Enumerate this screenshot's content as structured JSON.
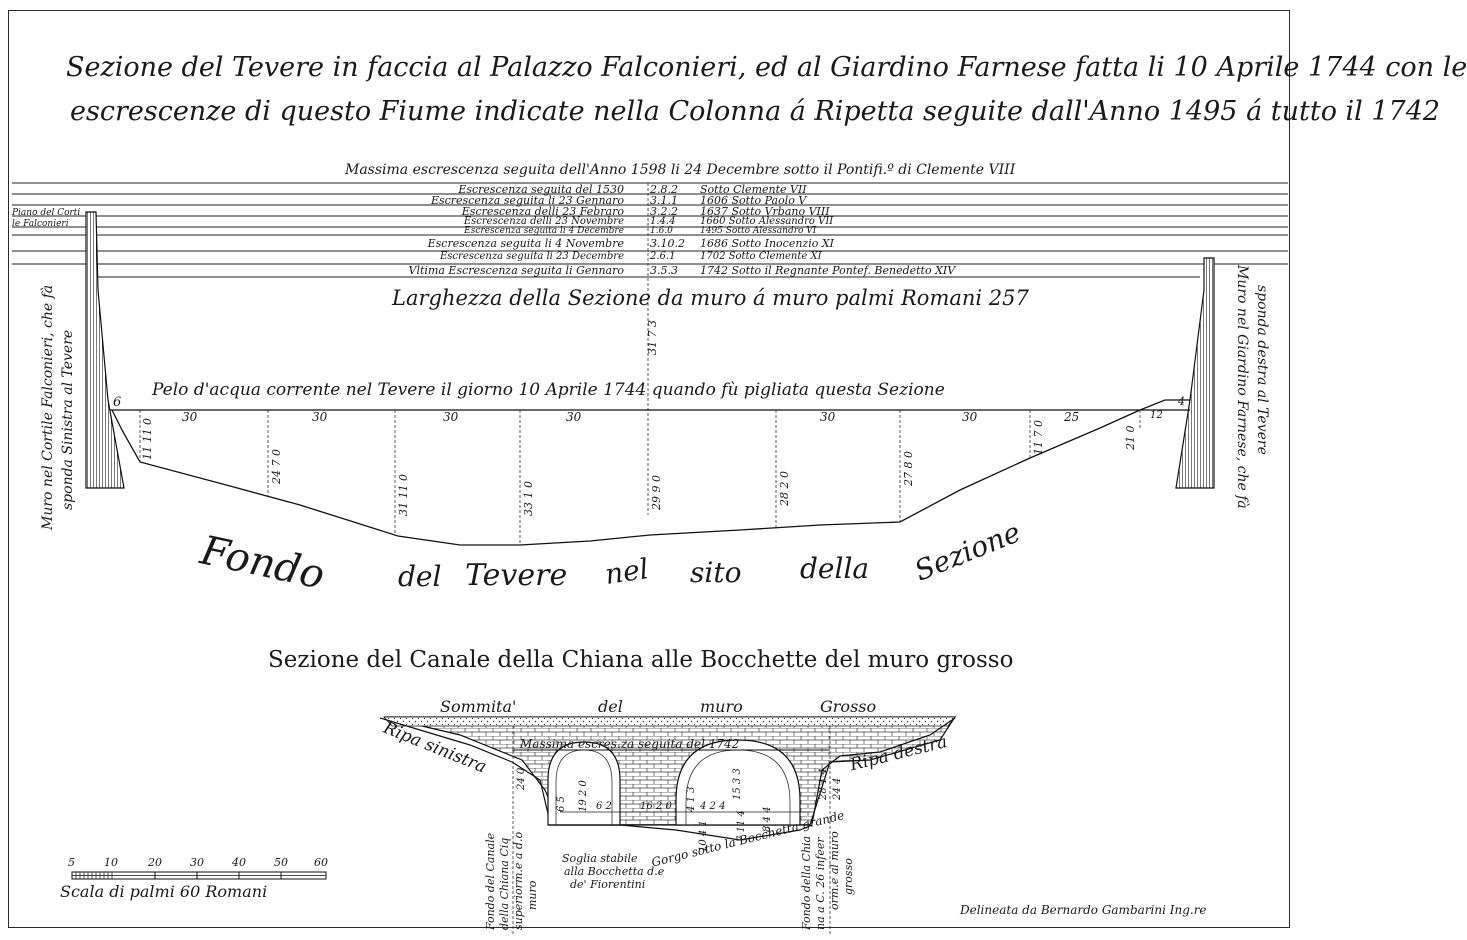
{
  "title": {
    "line1": "Sezione del Tevere in faccia al Palazzo Falconieri, ed al Giardino Farnese fatta li 10 Aprile 1744 con le",
    "line2": "escrescenze di questo Fiume indicate nella Colonna á Ripetta seguite dall'Anno 1495 á tutto il 1742"
  },
  "max_flood": "Massima escrescenza seguita dell'Anno 1598 li 24 Decembre sotto il Pontifi.º di Clemente VIII",
  "floods": [
    {
      "label": "Escrescenza seguita del 1530",
      "measure": "2.8.2",
      "reign": "Sotto Clemente VII"
    },
    {
      "label": "Escrescenza seguita li 23 Gennaro",
      "measure": "3.1.1",
      "reign": "1606 Sotto Paolo V"
    },
    {
      "label": "Escrescenza delli 23 Febraro",
      "measure": "3.2.2",
      "reign": "1637 Sotto Vrbano VIII"
    },
    {
      "label": "Escrescenza delli 23 Novembre",
      "measure": "1.4.4",
      "reign": "1660 Sotto Alessandro VII"
    },
    {
      "label": "Escrescenza seguita li 4 Decembre",
      "measure": "1.6.0",
      "reign": "1495 Sotto Alessandro VI"
    },
    {
      "label": "Escrescenza seguita li 4 Novembre",
      "measure": "3.10.2",
      "reign": "1686 Sotto Inocenzio XI"
    },
    {
      "label": "Escrescenza seguita li 23 Decembre",
      "measure": "2.6.1",
      "reign": "1702 Sotto Clemente XI"
    },
    {
      "label": "Vltima Escrescenza seguita li Gennaro",
      "measure": "3.5.3",
      "reign": "1742 Sotto il Regnante Pontef. Benedetto XIV"
    }
  ],
  "piano_corti": {
    "line1": "Piano del Corti",
    "line2": "le Falconieri"
  },
  "larghezza": "Larghezza della Sezione da muro á muro palmi Romani 257",
  "central_height": "31 7 3",
  "pelo": "Pelo d'acqua corrente nel Tevere il giorno 10 Aprile 1744 quando fù pigliata questa Sezione",
  "left_edge_mark": "6",
  "right_edge_mark": "4",
  "widths": [
    "30",
    "30",
    "30",
    "30",
    "30",
    "30",
    "25",
    "12"
  ],
  "depths": [
    "11 11 0",
    "24 7 0",
    "31 11 0",
    "33 1 0",
    "29 9 0",
    "28 2 0",
    "27 8 0",
    "11 7 0",
    "21 0"
  ],
  "fondo": {
    "w1": "Fondo",
    "w2": "del",
    "w3": "Tevere",
    "w4": "nel",
    "w5": "sito",
    "w6": "della",
    "w7": "Sezione"
  },
  "left_wall": {
    "line1": "Muro nel Cortile Falconieri, che fà",
    "line2": "sponda Sinistra al Tevere"
  },
  "right_wall": {
    "line1": "Muro nel Giardino Farnese, che fà",
    "line2": "sponda destra al Tevere"
  },
  "chiana": {
    "title": "Sezione del Canale della Chiana alle Bocchette del muro grosso",
    "sommita": {
      "w1": "Sommita'",
      "w2": "del",
      "w3": "muro",
      "w4": "Grosso"
    },
    "ripa_sinistra": "Ripa sinistra",
    "ripa_destra": "Ripa destra",
    "massima": "Massima escres.za seguita del 1742",
    "soglia": {
      "line1": "Soglia stabile",
      "line2": "alla Bocchetta d.e",
      "line3": "de' Fiorentini"
    },
    "gorgo": "Gorgo sotto la Bocchetta grande",
    "fondo_canale": {
      "line1": "Fondo del Canale",
      "line2": "della Chiana Ciq",
      "line3": "superiorm.e a d.o",
      "line4": "muro"
    },
    "fondo_chiana": {
      "line1": "Fondo della Chia",
      "line2": "na a C. 26 infeer",
      "line3": "orm.e al muro",
      "line4": "grosso"
    },
    "measures": [
      "24 0",
      "19 2 0",
      "6 5",
      "6 2",
      "16 2 0",
      "4 1 3",
      "4 2 4",
      "15 3 3",
      "10 4 1",
      "7 11 4",
      "8 4 4",
      "28 1 4",
      "24 4"
    ]
  },
  "scale": {
    "ticks": [
      "5",
      "10",
      "20",
      "30",
      "40",
      "50",
      "60"
    ],
    "label": "Scala di palmi 60 Romani"
  },
  "credit": "Delineata da Bernardo Gambarini Ing.re"
}
